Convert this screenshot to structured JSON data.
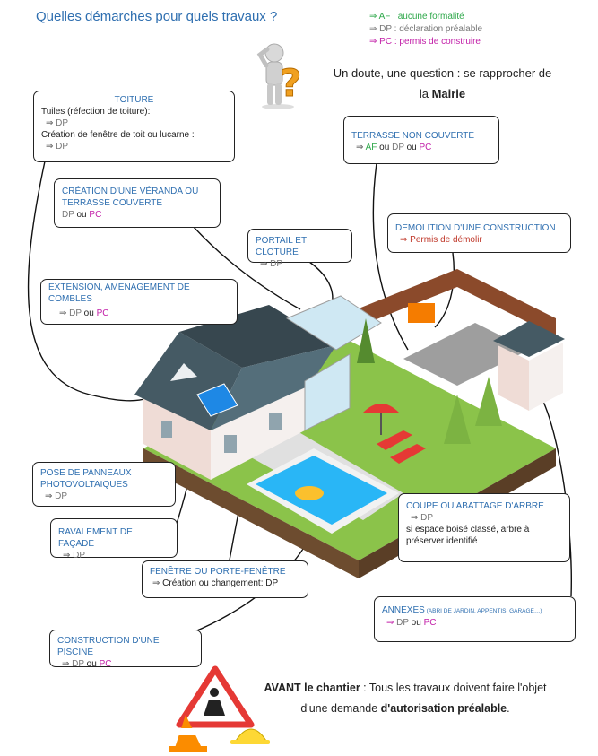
{
  "title": "Quelles démarches pour quels travaux ?",
  "legend": [
    {
      "arrow": "⇒",
      "text": "AF : aucune formalité",
      "color": "#2ea84a"
    },
    {
      "arrow": "⇒",
      "text": "DP : déclaration préalable",
      "color": "#777777"
    },
    {
      "arrow": "⇒",
      "text": "PC : permis de construire",
      "color": "#c21fa8"
    }
  ],
  "question": {
    "line1": "Un doute, une question : se rapprocher de",
    "line2_prefix": "la ",
    "line2_bold": "Mairie"
  },
  "boxes": {
    "toiture": {
      "title": "TOITURE",
      "l1": "Tuiles (réfection de toiture):",
      "l1_val": "DP",
      "l2": "Création de fenêtre de toit ou lucarne :",
      "l2_val": "DP"
    },
    "terrasse": {
      "title": "TERRASSE NON COUVERTE",
      "af": "AF",
      "ou1": " ou ",
      "dp": "DP",
      "ou2": " ou ",
      "pc": "PC"
    },
    "veranda": {
      "title1": "CRÉATION D'UNE VÉRANDA OU",
      "title2": "TERRASSE COUVERTE",
      "dp": "DP",
      "ou": " ou ",
      "pc": "PC"
    },
    "demolition": {
      "title": "DEMOLITION D'UNE CONSTRUCTION",
      "val": "Permis de démolir"
    },
    "portail": {
      "title": "PORTAIL ET CLOTURE",
      "val": "DP"
    },
    "extension": {
      "title1": "EXTENSION, AMENAGEMENT DE",
      "title2": "COMBLES",
      "dp": "DP",
      "ou": " ou ",
      "pc": "PC"
    },
    "panneaux": {
      "title1": "POSE DE PANNEAUX",
      "title2": "PHOTOVOLTAIQUES",
      "val": "DP"
    },
    "ravalement": {
      "title": "RAVALEMENT DE FAÇADE",
      "val": "DP"
    },
    "fenetre": {
      "title": "FENÊTRE OU PORTE-FENÊTRE",
      "val": "Création ou changement: DP"
    },
    "arbre": {
      "title": "COUPE  OU ABATTAGE D'ARBRE",
      "val": "DP",
      "l2a": "si espace boisé ",
      "l2b": "classé",
      "l2c": ", arbre à",
      "l3": "préserver identifié"
    },
    "annexes": {
      "title": "ANNEXES",
      "sub": " (ABRI DE JARDIN, APPENTIS, GARAGE…)",
      "dp": "DP",
      "ou": " ou ",
      "pc": "PC"
    },
    "piscine": {
      "title": "CONSTRUCTION D'UNE PISCINE",
      "dp": "DP",
      "ou": " ou ",
      "pc": "PC"
    }
  },
  "arrow_symbol": "⇒",
  "bottom": {
    "bold1": "AVANT le chantier",
    "text1": " : Tous les travaux doivent faire l'objet",
    "text2a": "d'une demande ",
    "bold2": "d'autorisation préalable",
    "text2b": "."
  }
}
